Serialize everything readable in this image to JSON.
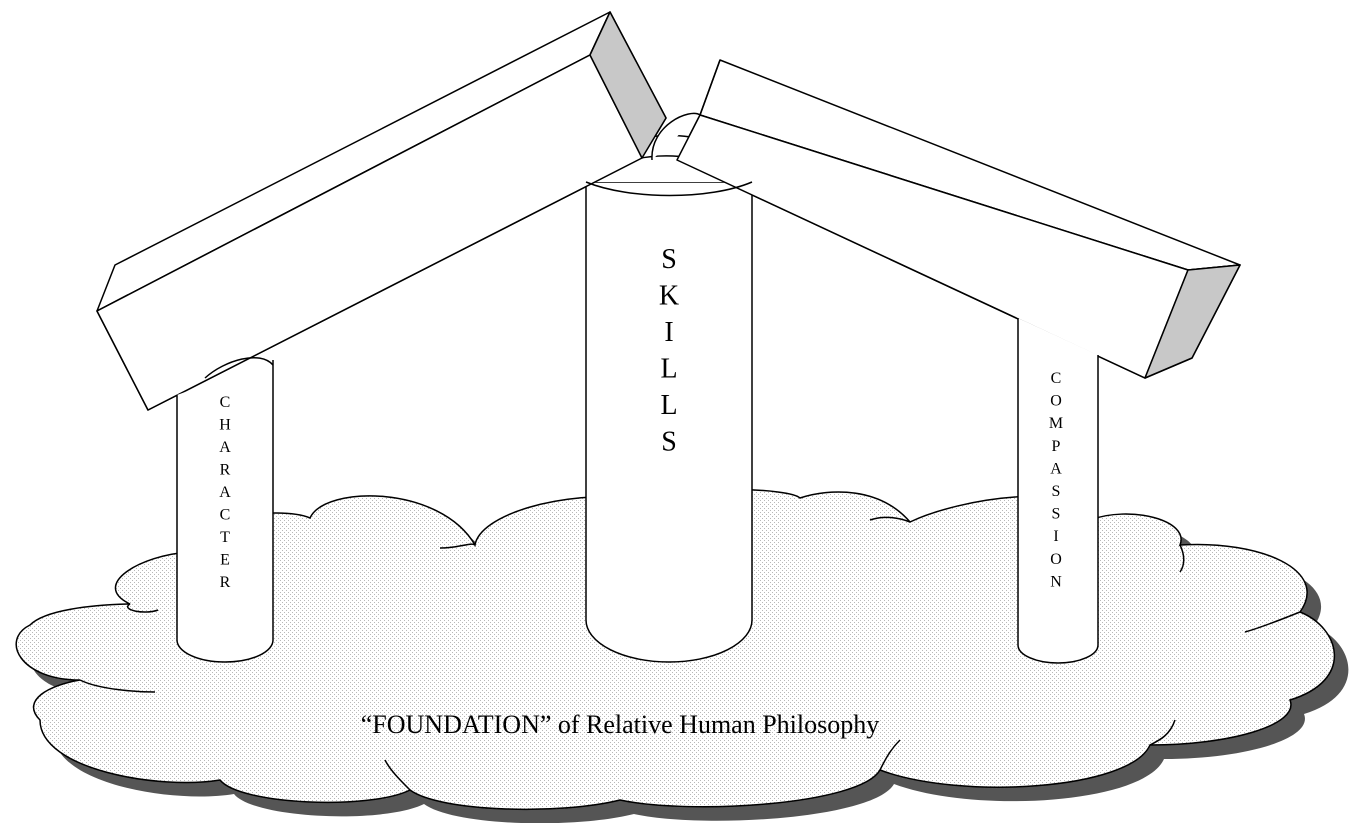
{
  "diagram": {
    "foundation_label": "“FOUNDATION” of Relative Human Philosophy",
    "pillars": [
      {
        "id": "character",
        "letters": [
          "C",
          "H",
          "A",
          "R",
          "A",
          "C",
          "T",
          "E",
          "R"
        ]
      },
      {
        "id": "skills",
        "letters": [
          "S",
          "K",
          "I",
          "L",
          "L",
          "S"
        ]
      },
      {
        "id": "compassion",
        "letters": [
          "C",
          "O",
          "M",
          "P",
          "A",
          "S",
          "S",
          "I",
          "O",
          "N"
        ]
      }
    ]
  },
  "colors": {
    "outline": "#000000",
    "cloud_shadow": "#555555",
    "beam_end_shade": "#c8c8c8",
    "dot_pattern": "#b8b8b8"
  }
}
